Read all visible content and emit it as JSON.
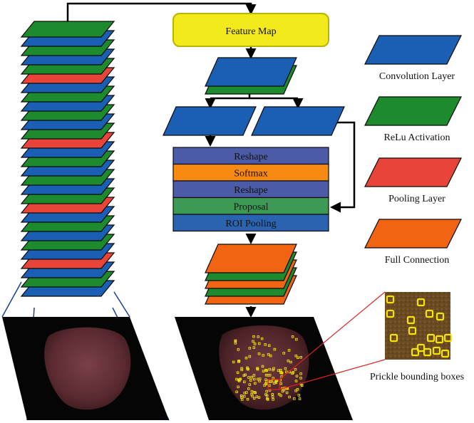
{
  "feature_map_label": "Feature Map",
  "colors": {
    "convolution": "#1a5fb4",
    "relu": "#1e8a2e",
    "pooling": "#e8443a",
    "full_connection": "#f06414",
    "feature_map_fill": "#f2ea1a",
    "feature_map_border": "#b9b400",
    "reshape": "#4b5ba8",
    "softmax": "#f68a12",
    "proposal": "#3c9a55",
    "roi_pooling": "#2a64b0",
    "box": "#f5e400",
    "connector_blue": "#1a3f96",
    "connector_red": "#e02020"
  },
  "legend": [
    {
      "key": "convolution",
      "label": "Convolution Layer"
    },
    {
      "key": "relu",
      "label": "ReLu Activation"
    },
    {
      "key": "pooling",
      "label": "Pooling Layer"
    },
    {
      "key": "full_connection",
      "label": "Full Connection"
    }
  ],
  "backbone_stack": [
    "relu",
    "convolution",
    "relu",
    "convolution",
    "relu",
    "pooling",
    "convolution",
    "relu",
    "convolution",
    "relu",
    "convolution",
    "relu",
    "pooling",
    "convolution",
    "relu",
    "convolution",
    "relu",
    "convolution",
    "relu",
    "pooling",
    "convolution",
    "relu",
    "convolution",
    "relu",
    "convolution",
    "pooling",
    "convolution",
    "relu",
    "convolution"
  ],
  "rpn_blocks": [
    {
      "key": "reshape",
      "label": "Reshape"
    },
    {
      "key": "softmax",
      "label": "Softmax"
    },
    {
      "key": "reshape",
      "label": "Reshape"
    },
    {
      "key": "proposal",
      "label": "Proposal"
    },
    {
      "key": "roi_pooling",
      "label": "ROI Pooling"
    }
  ],
  "fc_stack": [
    "full_connection",
    "relu",
    "full_connection",
    "relu",
    "full_connection"
  ],
  "bounding_box_label": "Prickle bounding boxes"
}
